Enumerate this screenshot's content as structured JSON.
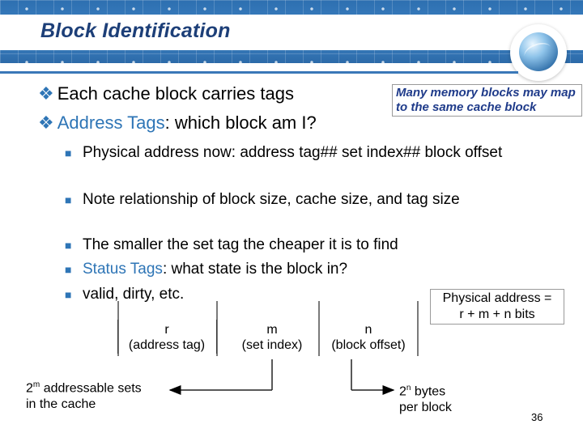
{
  "title": "Block Identification",
  "note": "Many memory blocks may map to the same cache block",
  "bullets": [
    {
      "plain": "Each cache block carries tags"
    },
    {
      "highlight": "Address Tags",
      "rest": ": which block am I?"
    }
  ],
  "sub_bullets": [
    {
      "plain": "Physical address now: address tag## set index## block offset"
    },
    {
      "plain": "Note relationship of block size, cache size, and tag size"
    },
    {
      "plain": "The smaller the set tag the cheaper it is to find"
    },
    {
      "highlight": "Status Tags",
      "rest": ": what state is the block in?"
    },
    {
      "plain": "valid, dirty, etc."
    }
  ],
  "physical_address": {
    "line1": "Physical address =",
    "line2": "r + m + n bits"
  },
  "fields": [
    {
      "symbol": "r",
      "desc": "(address tag)"
    },
    {
      "symbol": "m",
      "desc": "(set index)"
    },
    {
      "symbol": "n",
      "desc": "(block offset)"
    }
  ],
  "sets_label": {
    "base": "2",
    "exp": "m",
    "line1_rest": " addressable sets",
    "line2": "in the cache"
  },
  "bytes_label": {
    "base": "2",
    "exp": "n",
    "line1_rest": " bytes",
    "line2": "per block"
  },
  "page_number": "36",
  "colors": {
    "title": "#1d3f78",
    "accent": "#2e75b6",
    "note": "#1f3b8a",
    "header": "#3a7bbf"
  }
}
